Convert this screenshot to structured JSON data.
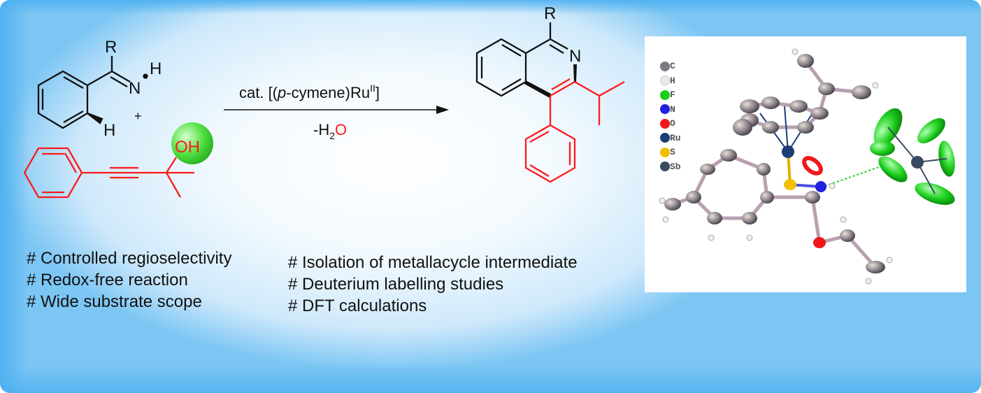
{
  "reactant": {
    "r_label": "R",
    "n_label": "N",
    "h_label": "H",
    "h2_label": "H",
    "plus": "+",
    "oh_label": "OH"
  },
  "arrow": {
    "catalyst_prefix": "cat. [(",
    "catalyst_italic": "p",
    "catalyst_mid": "-cymene)Ru",
    "catalyst_sup": "II",
    "catalyst_suffix": "]",
    "byproduct_prefix": "-H",
    "byproduct_sub": "2",
    "byproduct_o": "O"
  },
  "product": {
    "r_label": "R",
    "n_label": "N"
  },
  "features_left": [
    "# Controlled regioselectivity",
    "# Redox-free reaction",
    "# Wide substrate scope"
  ],
  "features_right": [
    "# Isolation of metallacycle intermediate",
    "# Deuterium labelling studies",
    "# DFT calculations"
  ],
  "legend": [
    {
      "label": "C",
      "color": "#7a7a80"
    },
    {
      "label": "H",
      "color": "#e8e8ee"
    },
    {
      "label": "F",
      "color": "#19d019"
    },
    {
      "label": "N",
      "color": "#2020e0"
    },
    {
      "label": "O",
      "color": "#f01818"
    },
    {
      "label": "Ru",
      "color": "#1d3c78"
    },
    {
      "label": "S",
      "color": "#f0c000"
    },
    {
      "label": "Sb",
      "color": "#3a4a60"
    }
  ],
  "colors": {
    "red": "#ff1a1a",
    "black": "#111111"
  }
}
